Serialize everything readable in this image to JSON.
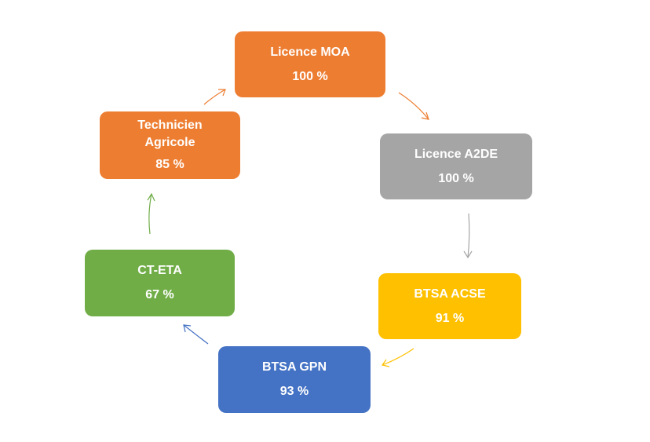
{
  "nodes": [
    {
      "id": "licence-moa",
      "label": "Licence MOA",
      "percent": "100 %",
      "color": "#ED7D31"
    },
    {
      "id": "licence-a2de",
      "label": "Licence A2DE",
      "percent": "100 %",
      "color": "#A5A5A5"
    },
    {
      "id": "btsa-acse",
      "label": "BTSA ACSE",
      "percent": "91 %",
      "color": "#FFC000"
    },
    {
      "id": "btsa-gpn",
      "label": "BTSA GPN",
      "percent": "93 %",
      "color": "#4472C4"
    },
    {
      "id": "ct-eta",
      "label": "CT-ETA",
      "percent": "67 %",
      "color": "#70AD47"
    },
    {
      "id": "technicien",
      "label": "Technicien\nAgricole",
      "percent": "85 %",
      "color": "#ED7D31"
    }
  ],
  "arrow_colors": {
    "moa_to_a2de": "#ED7D31",
    "a2de_to_acse": "#A5A5A5",
    "acse_to_gpn": "#FFC000",
    "gpn_to_cteta": "#4472C4",
    "cteta_to_technicien": "#70AD47",
    "technicien_to_moa": "#ED7D31"
  }
}
